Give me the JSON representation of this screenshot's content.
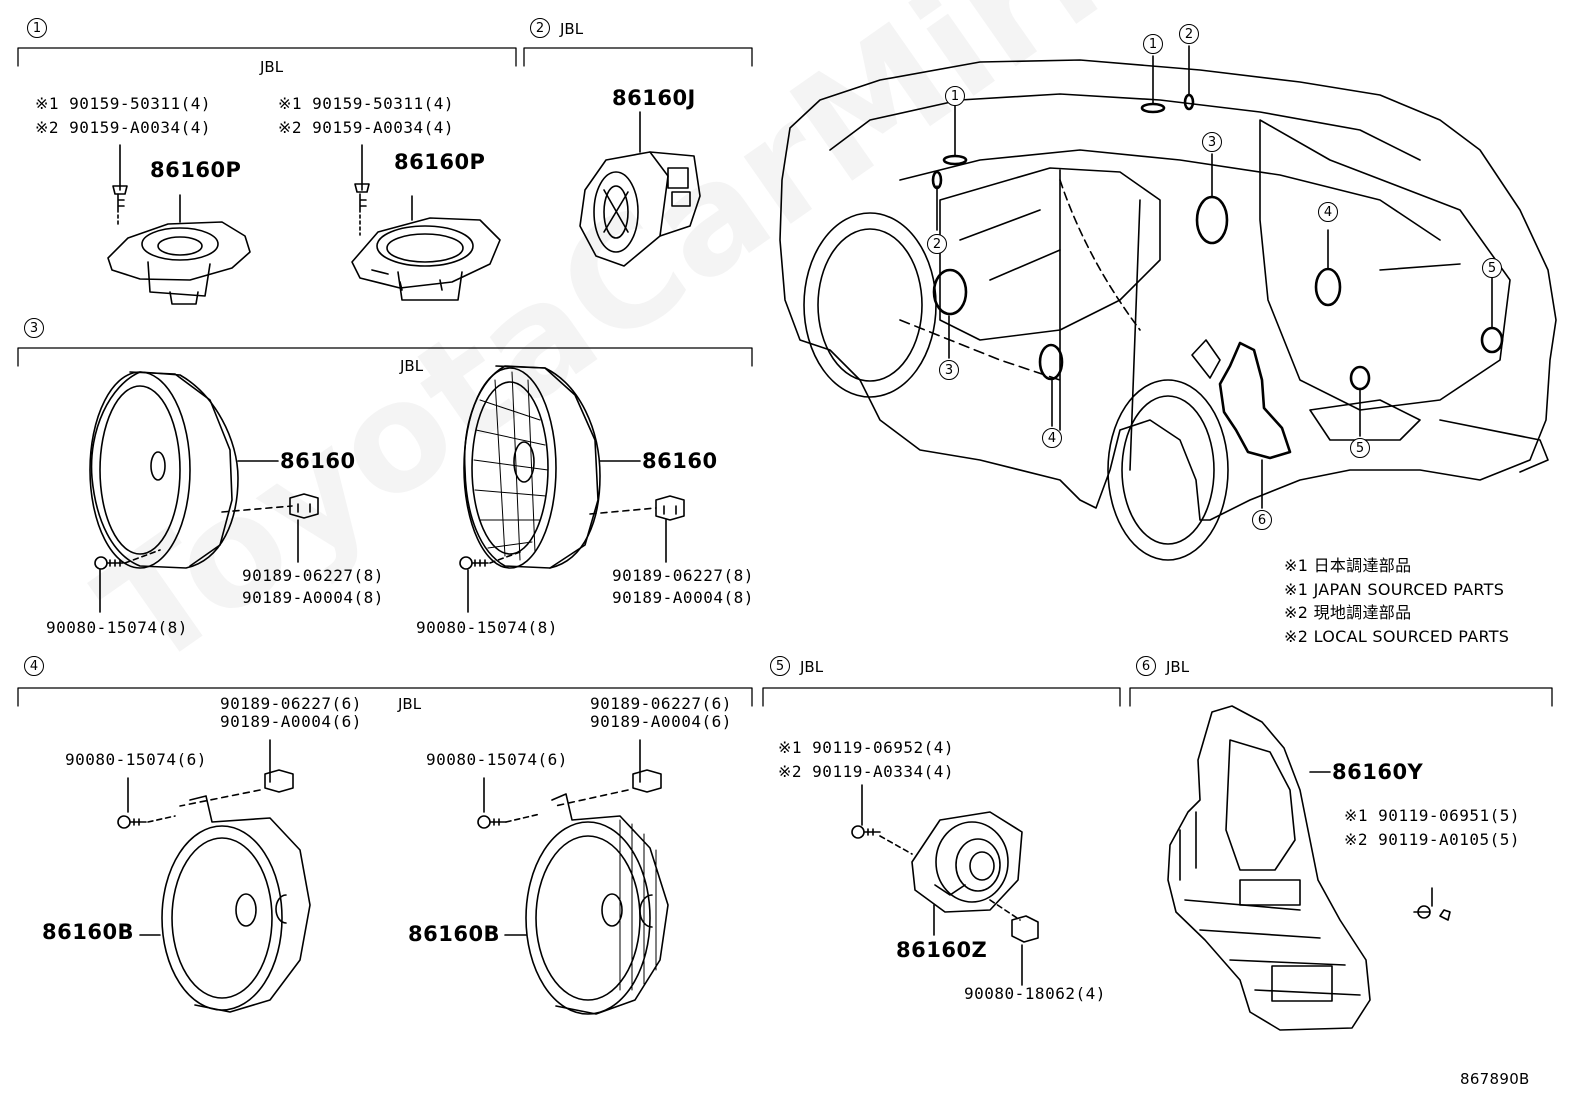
{
  "watermark": "ToyotaCarMirror.ru",
  "sections": {
    "s1": {
      "num": "1",
      "jbl": "JBL",
      "left": {
        "note1": "※1 90159-50311(4)",
        "note2": "※2 90159-A0034(4)",
        "part": "86160P"
      },
      "right": {
        "note1": "※1 90159-50311(4)",
        "note2": "※2 90159-A0034(4)",
        "part": "86160P"
      }
    },
    "s2": {
      "num": "2",
      "jbl": "JBL",
      "part": "86160J"
    },
    "s3": {
      "num": "3",
      "jbl": "JBL",
      "left": {
        "part": "86160",
        "clip1": "90189-06227(8)",
        "clip2": "90189-A0004(8)",
        "screw": "90080-15074(8)"
      },
      "right": {
        "part": "86160",
        "clip1": "90189-06227(8)",
        "clip2": "90189-A0004(8)",
        "screw": "90080-15074(8)"
      }
    },
    "s4": {
      "num": "4",
      "jbl": "JBL",
      "left": {
        "clip1": "90189-06227(6)",
        "clip2": "90189-A0004(6)",
        "screw": "90080-15074(6)",
        "part": "86160B"
      },
      "right": {
        "clip1": "90189-06227(6)",
        "clip2": "90189-A0004(6)",
        "screw": "90080-15074(6)",
        "part": "86160B"
      }
    },
    "s5": {
      "num": "5",
      "jbl": "JBL",
      "note1": "※1 90119-06952(4)",
      "note2": "※2 90119-A0334(4)",
      "part": "86160Z",
      "nut": "90080-18062(4)"
    },
    "s6": {
      "num": "6",
      "jbl": "JBL",
      "part": "86160Y",
      "note1": "※1 90119-06951(5)",
      "note2": "※2 90119-A0105(5)"
    }
  },
  "vehicle": {
    "callouts": [
      "1",
      "2",
      "3",
      "4",
      "5",
      "1",
      "2",
      "3",
      "4",
      "5",
      "6"
    ]
  },
  "legend": [
    "※1 日本調達部品",
    "※1 JAPAN SOURCED PARTS",
    "※2 現地調達部品",
    "※2 LOCAL SOURCED PARTS"
  ],
  "ref_code": "867890B"
}
